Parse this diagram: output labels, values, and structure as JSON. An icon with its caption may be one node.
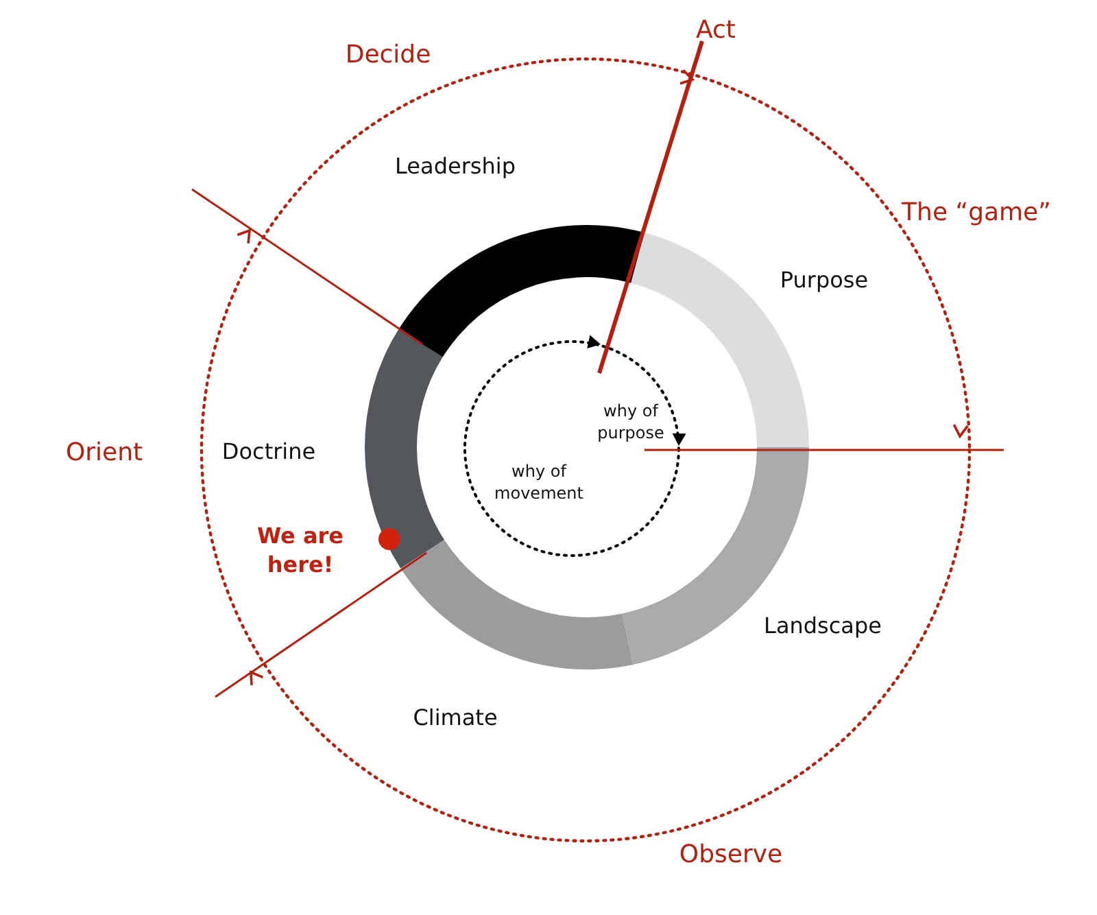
{
  "diagram": {
    "labels": [
      "Act",
      "Decide",
      "Leadership",
      "The “game”",
      "Purpose",
      "why of purpose",
      "Orient",
      "Doctrine",
      "why of movement",
      "We are here!",
      "Landscape",
      "Climate",
      "Observe"
    ]
  }
}
